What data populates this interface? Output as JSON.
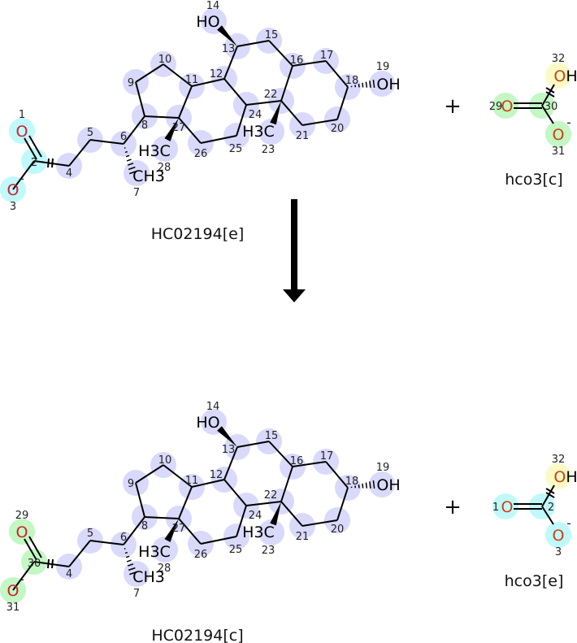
{
  "reaction": {
    "plus_symbol": "+",
    "top": {
      "main_compound": {
        "name": "HC02194[e]",
        "acid_atoms": [
          "1",
          "2",
          "3"
        ],
        "highlight": "#bff9fb"
      },
      "bicarbonate": {
        "name": "hco3[c]",
        "atoms": [
          "29",
          "30",
          "31",
          "32"
        ],
        "highlight": "#c3f7c3"
      }
    },
    "bottom": {
      "main_compound": {
        "name": "HC02194[c]",
        "acid_atoms": [
          "29",
          "30",
          "31"
        ],
        "highlight": "#c3f7c3"
      },
      "bicarbonate": {
        "name": "hco3[e]",
        "atoms": [
          "1",
          "2",
          "3",
          "32"
        ],
        "highlight": "#bff9fb"
      }
    },
    "core_atoms": [
      "4",
      "5",
      "6",
      "7",
      "8",
      "9",
      "10",
      "11",
      "12",
      "13",
      "14",
      "15",
      "16",
      "17",
      "18",
      "19",
      "20",
      "21",
      "22",
      "23",
      "24",
      "25",
      "26",
      "27",
      "28"
    ],
    "labels": {
      "O": "O",
      "OminusCharge": "-",
      "CH3": "CH3",
      "H3C": "H3C",
      "HO": "HO",
      "OH": "OH"
    },
    "colors": {
      "core": "#d9d9fb",
      "hydroxyl": "#fbfbc6",
      "oxygen": "#cc2233",
      "oxygen_bicarb": "#d04010"
    }
  }
}
